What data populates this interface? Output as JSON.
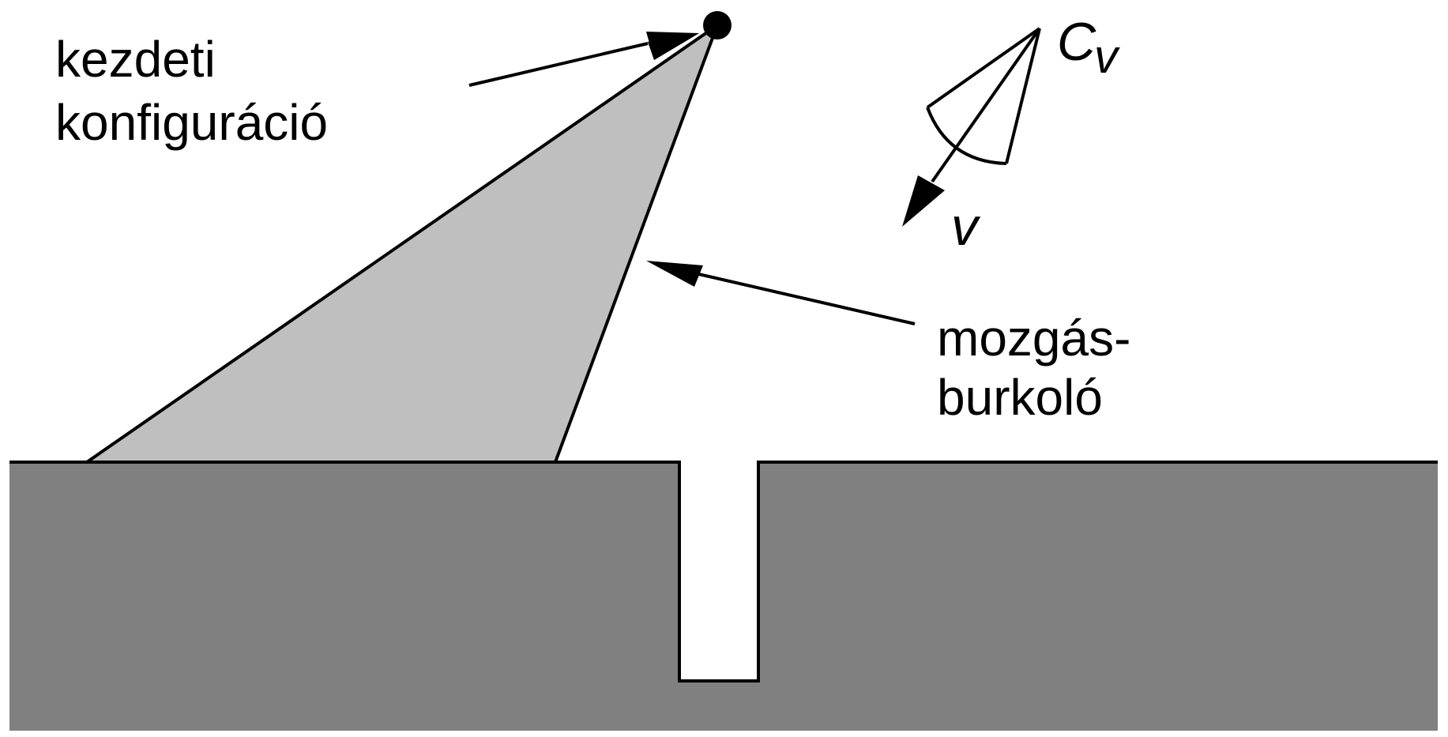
{
  "labels": {
    "initial_config_line1": "kezdeti",
    "initial_config_line2": "konfiguráció",
    "motion_envelope_line1": "mozgás-",
    "motion_envelope_line2": "burkoló",
    "cone_symbol": "C",
    "cone_subscript": "v",
    "vector_symbol": "v"
  },
  "colors": {
    "ground": "#808080",
    "envelope": "#bfbfbf",
    "stroke": "#000000",
    "background": "#ffffff"
  }
}
